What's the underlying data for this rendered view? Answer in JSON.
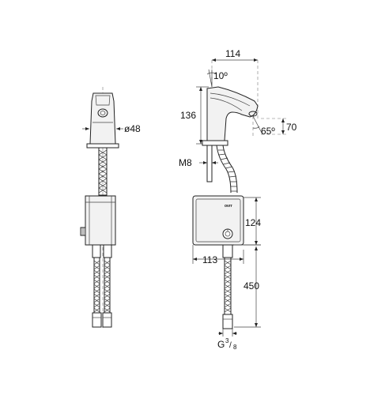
{
  "dimensions": {
    "width_top": "114",
    "angle_top": "10º",
    "height_spout": "136",
    "diameter": "ø48",
    "angle_spout": "65º",
    "spout_reach": "70",
    "thread": "M8",
    "box_height": "124",
    "box_width": "113",
    "hose_length": "450",
    "connection_prefix": "G",
    "connection_fraction_num": "3",
    "connection_fraction_den": "8"
  },
  "box_logo": "ovrr"
}
